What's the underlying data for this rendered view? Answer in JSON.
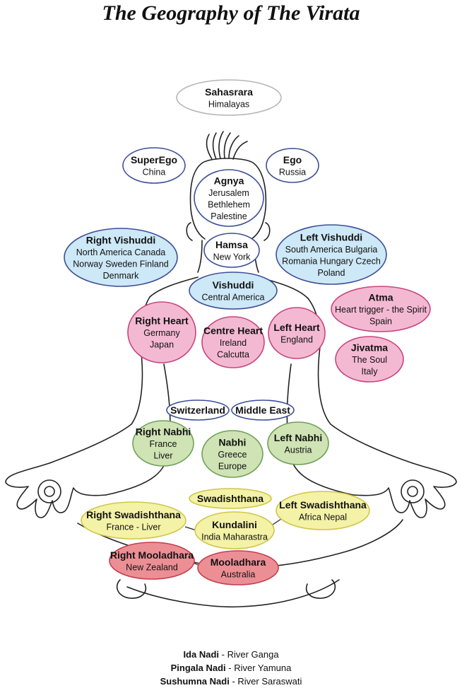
{
  "title": "The Geography of The Virata",
  "colors": {
    "blue_fill": "#cde8f7",
    "pink_fill": "#f4b9d2",
    "green_fill": "#cfe3b4",
    "yellow_fill": "#f4f2a6",
    "red_fill": "#ec8f95",
    "outline_blue": "#3d4f95",
    "outline_pink": "#c8457d",
    "outline_green": "#6ea15a",
    "outline_yellow": "#cfc64a",
    "outline_red": "#c53e4e",
    "outline_grey": "#b5b5b5"
  },
  "centres": [
    {
      "name": "Sahasrara",
      "lines": [
        "Himalayas"
      ]
    },
    {
      "name": "SuperEgo",
      "lines": [
        "China"
      ]
    },
    {
      "name": "Ego",
      "lines": [
        "Russia"
      ]
    },
    {
      "name": "Agnya",
      "lines": [
        "Jerusalem",
        "Bethlehem",
        "Palestine"
      ]
    },
    {
      "name": "Right Vishuddi",
      "lines": [
        "North America Canada",
        "Norway Sweden Finland",
        "Denmark"
      ]
    },
    {
      "name": "Hamsa",
      "lines": [
        "New York"
      ]
    },
    {
      "name": "Left Vishuddi",
      "lines": [
        "South America Bulgaria",
        "Romania Hungary Czech",
        "Poland"
      ]
    },
    {
      "name": "Vishuddi",
      "lines": [
        "Central America"
      ]
    },
    {
      "name": "Atma",
      "lines": [
        "Heart trigger - the Spirit",
        "Spain"
      ]
    },
    {
      "name": "Right Heart",
      "lines": [
        "Germany",
        "Japan"
      ]
    },
    {
      "name": "Centre Heart",
      "lines": [
        "Ireland",
        "Calcutta"
      ]
    },
    {
      "name": "Left Heart",
      "lines": [
        "England"
      ]
    },
    {
      "name": "Jivatma",
      "lines": [
        "The Soul",
        "Italy"
      ]
    },
    {
      "name": "Switzerland",
      "lines": []
    },
    {
      "name": "Middle East",
      "lines": []
    },
    {
      "name": "Right Nabhi",
      "lines": [
        "France",
        "Liver"
      ]
    },
    {
      "name": "Nabhi",
      "lines": [
        "Greece",
        "Europe"
      ]
    },
    {
      "name": "Left Nabhi",
      "lines": [
        "Austria"
      ]
    },
    {
      "name": "Swadishthana",
      "lines": []
    },
    {
      "name": "Right Swadishthana",
      "lines": [
        "France - Liver"
      ]
    },
    {
      "name": "Left Swadishthana",
      "lines": [
        "Africa Nepal"
      ]
    },
    {
      "name": "Kundalini",
      "lines": [
        "India Maharastra"
      ]
    },
    {
      "name": "Right Mooladhara",
      "lines": [
        "New Zealand"
      ]
    },
    {
      "name": "Mooladhara",
      "lines": [
        "Australia"
      ]
    }
  ],
  "legend": [
    {
      "nadi": "Ida Nadi",
      "river": " - River Ganga"
    },
    {
      "nadi": "Pingala Nadi",
      "river": " - River Yamuna"
    },
    {
      "nadi": "Sushumna Nadi",
      "river": " - River Saraswati"
    }
  ]
}
